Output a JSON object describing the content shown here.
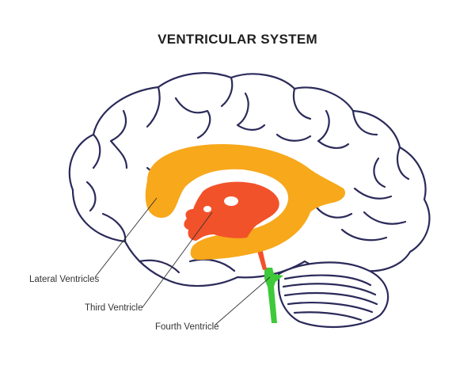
{
  "title": "VENTRICULAR SYSTEM",
  "labels": {
    "lateral": "Lateral Ventricles",
    "third": "Third Ventricle",
    "fourth": "Fourth Ventricle"
  },
  "colors": {
    "outline": "#2b2a5a",
    "lateral_ventricles": "#f7a81b",
    "third_ventricle": "#f2522a",
    "fourth_ventricle": "#3ec93a",
    "leader_line": "#333333"
  }
}
